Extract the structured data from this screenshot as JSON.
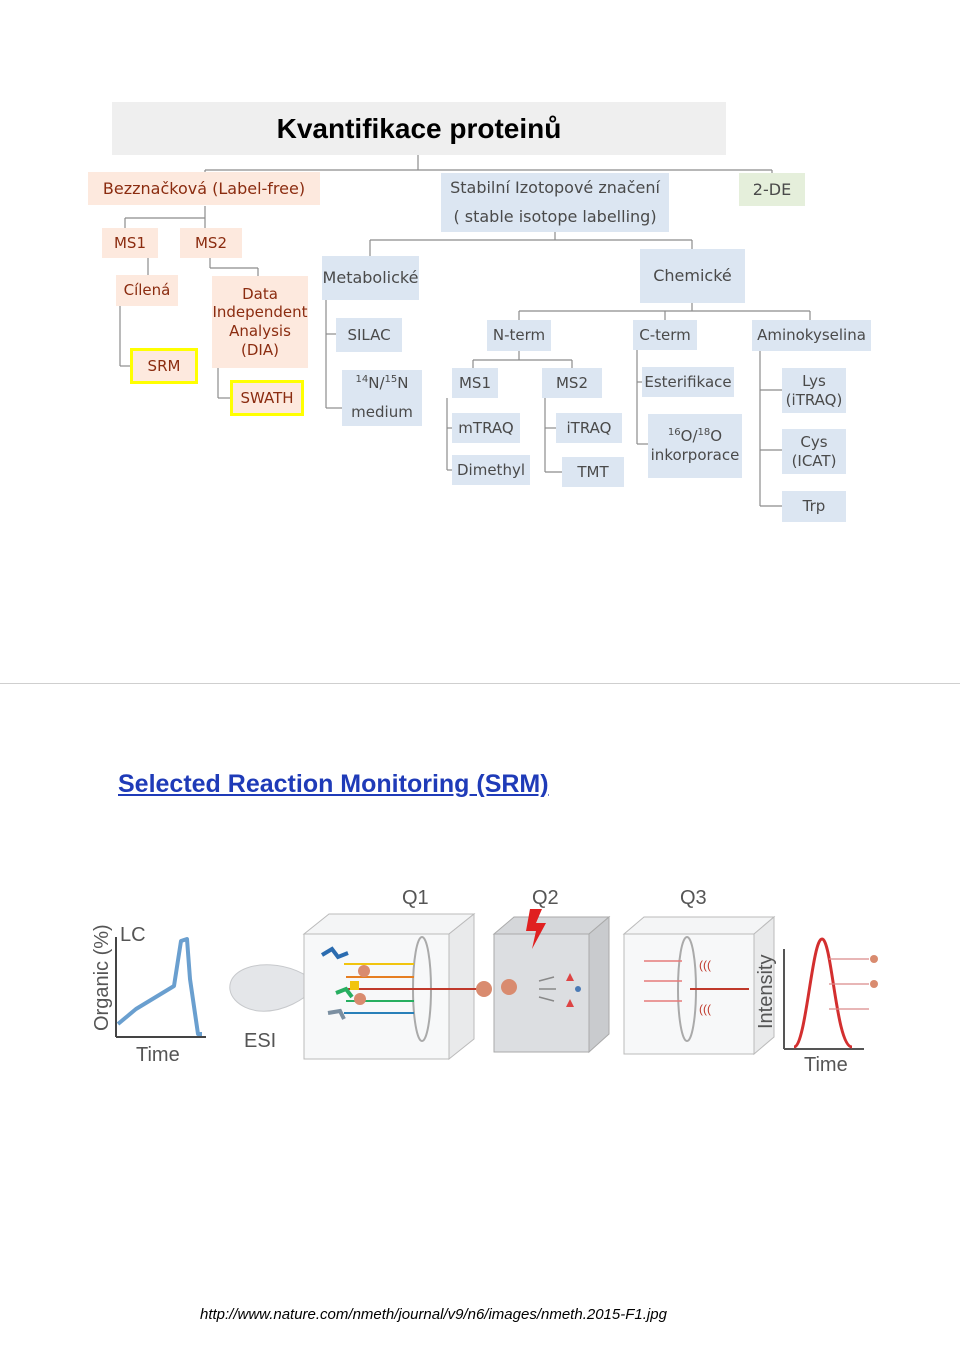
{
  "slide1": {
    "title": "Kvantifikace proteinů",
    "label_free": "Bezznačková (Label-free)",
    "stable_isotope_line1": "Stabilní Izotopové značení",
    "stable_isotope_line2": "( stable isotope labelling)",
    "two_de": "2-DE",
    "ms1": "MS1",
    "ms2": "MS2",
    "cilena": "Cílená",
    "srm": "SRM",
    "dia_line1": "Data",
    "dia_line2": "Independent",
    "dia_line3": "Analysis",
    "dia_line4": "(DIA)",
    "swath": "SWATH",
    "metabolicke": "Metabolické",
    "chemicke": "Chemické",
    "silac": "SILAC",
    "n14": "14",
    "n_slash": "N/",
    "n15": "15",
    "n_end": "N",
    "medium": "medium",
    "nterm": "N-term",
    "cterm": "C-term",
    "aminokyselina": "Aminokyselina",
    "nterm_ms1": "MS1",
    "nterm_ms2": "MS2",
    "mtraq": "mTRAQ",
    "dimethyl": "Dimethyl",
    "itraq": "iTRAQ",
    "tmt": "TMT",
    "esterifikace": "Esterifikace",
    "o16": "16",
    "o_slash": "O/",
    "o18": "18",
    "o_end": "O",
    "inkorporace": "inkorporace",
    "lys_line1": "Lys",
    "lys_line2": "(iTRAQ)",
    "cys_line1": "Cys",
    "cys_line2": "(ICAT)",
    "trp": "Trp"
  },
  "slide2": {
    "title": "Selected Reaction Monitoring (SRM)",
    "figure": {
      "q1": "Q1",
      "q2": "Q2",
      "q3": "Q3",
      "lc": "LC",
      "organic": "Organic (%)",
      "time_left": "Time",
      "esi": "ESI",
      "intensity": "Intensity",
      "time_right": "Time"
    },
    "source_url": "http://www.nature.com/nmeth/journal/v9/n6/images/nmeth.2015-F1.jpg"
  },
  "colors": {
    "blue_box": "#dce6f2",
    "pink_box": "#fde9de",
    "green_box": "#e5efdb",
    "highlight": "#ffff00",
    "link_blue": "#1f3bb8"
  }
}
